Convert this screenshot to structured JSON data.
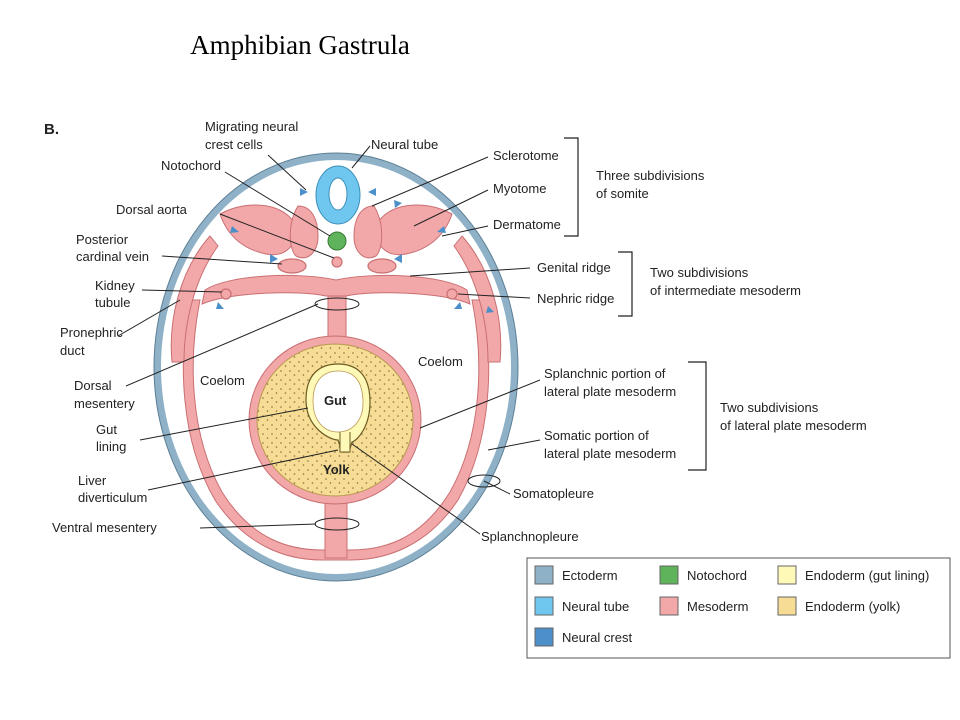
{
  "title": "Amphibian Gastrula",
  "panel_label": "B.",
  "colors": {
    "ectoderm": "#8fb1c7",
    "neural_tube": "#6fc6ee",
    "neural_crest": "#4d8fc9",
    "notochord": "#5fb35a",
    "mesoderm": "#f2a8a9",
    "mesoderm_stroke": "#c96f72",
    "endoderm_gut_lining": "#fff9b8",
    "endoderm_yolk": "#f6dc94"
  },
  "labels": {
    "migrating_1": "Migrating neural",
    "migrating_2": "crest cells",
    "neural_tube": "Neural tube",
    "notochord": "Notochord",
    "dorsal_aorta": "Dorsal aorta",
    "pcv_1": "Posterior",
    "pcv_2": "cardinal vein",
    "kidney_1": "Kidney",
    "kidney_2": "tubule",
    "pronephric_1": "Pronephric",
    "pronephric_2": "duct",
    "dorsal_mes_1": "Dorsal",
    "dorsal_mes_2": "mesentery",
    "gut_lining_1": "Gut",
    "gut_lining_2": "lining",
    "liver_1": "Liver",
    "liver_2": "diverticulum",
    "ventral_mesentery": "Ventral mesentery",
    "sclerotome": "Sclerotome",
    "myotome": "Myotome",
    "dermatome": "Dermatome",
    "genital_ridge": "Genital ridge",
    "nephric_ridge": "Nephric ridge",
    "splanchnic_1": "Splanchnic portion of",
    "splanchnic_2": "lateral plate mesoderm",
    "somatic_1": "Somatic portion of",
    "somatic_2": "lateral plate mesoderm",
    "somatopleure": "Somatopleure",
    "splanchnopleure": "Splanchnopleure",
    "coelom_left": "Coelom",
    "coelom_right": "Coelom",
    "gut": "Gut",
    "yolk": "Yolk"
  },
  "groups": {
    "somite_1": "Three subdivisions",
    "somite_2": "of somite",
    "intermediate_1": "Two subdivisions",
    "intermediate_2": "of intermediate mesoderm",
    "lateral_1": "Two subdivisions",
    "lateral_2": "of lateral plate mesoderm"
  },
  "legend": {
    "items": [
      {
        "label": "Ectoderm",
        "color": "#8fb1c7"
      },
      {
        "label": "Notochord",
        "color": "#5fb35a"
      },
      {
        "label": "Endoderm (gut lining)",
        "color": "#fff9b8"
      },
      {
        "label": "Neural tube",
        "color": "#6fc6ee"
      },
      {
        "label": "Mesoderm",
        "color": "#f2a8a9"
      },
      {
        "label": "Endoderm (yolk)",
        "color": "#f6dc94"
      },
      {
        "label": "Neural crest",
        "color": "#4d8fc9"
      }
    ]
  }
}
